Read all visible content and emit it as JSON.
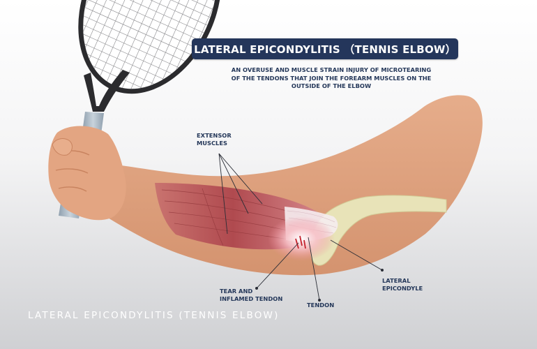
{
  "title": "LATERAL EPICONDYLITIS （TENNIS ELBOW）",
  "subtitle_lines": [
    "AN OVERUSE AND MUSCLE STRAIN INJURY OF MICROTEARING",
    "OF THE TENDONS THAT JOIN THE FOREARM MUSCLES ON THE",
    "OUTSIDE OF THE ELBOW"
  ],
  "labels": {
    "extensor_muscles": [
      "EXTENSOR",
      "MUSCLES"
    ],
    "tear_inflamed_tendon": [
      "TEAR AND",
      "INFLAMED TENDON"
    ],
    "tendon": [
      "TENDON"
    ],
    "lateral_epicondyle": [
      "LATERAL",
      "EPICONDYLE"
    ]
  },
  "caption": "LATERAL EPICONDYLITIS (TENNIS ELBOW)",
  "colors": {
    "title_bg": "#24365b",
    "label_text": "#243759",
    "skin": "#e1a27f",
    "muscle": "#b54f52",
    "bone": "#e7e2b6",
    "inflamed": "#f6b3bd"
  }
}
